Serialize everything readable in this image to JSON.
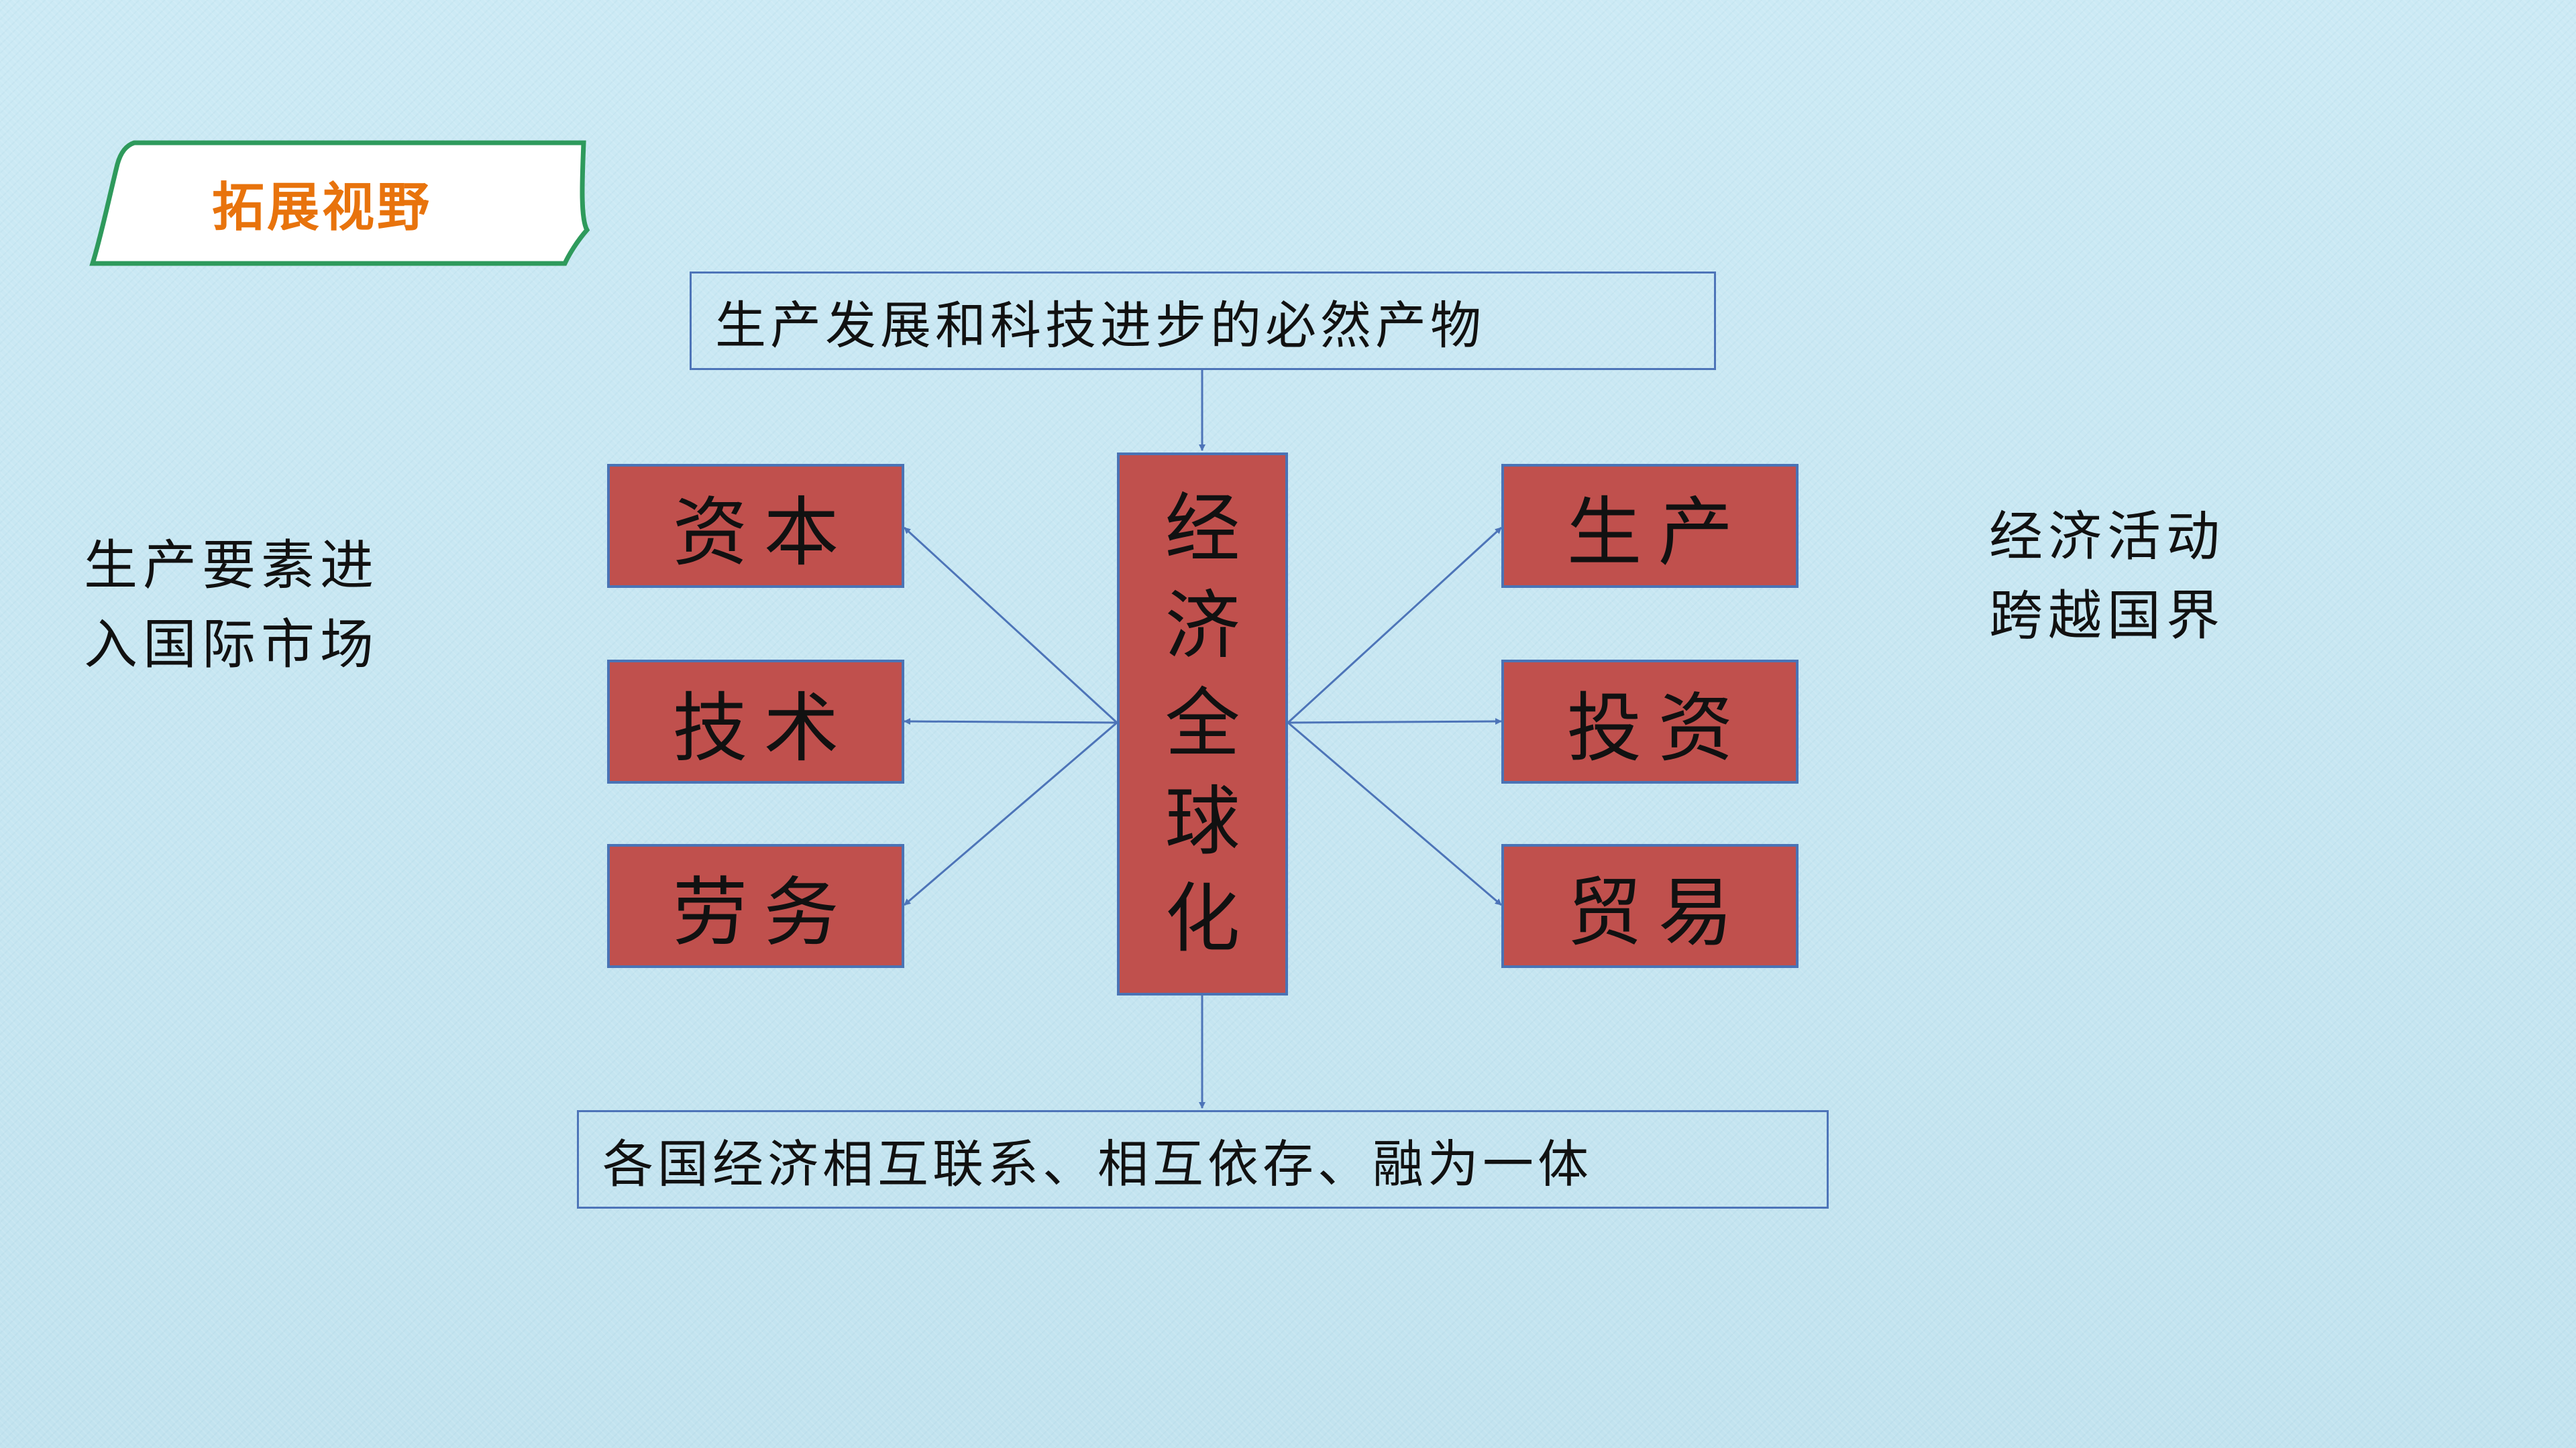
{
  "title": "拓展视野",
  "top_box": "生产发展和科技进步的必然产物",
  "bottom_box": "各国经济相互联系、相互依存、融为一体",
  "center": [
    "经",
    "济",
    "全",
    "球",
    "化"
  ],
  "left_boxes": [
    "资本",
    "技术",
    "劳务"
  ],
  "right_boxes": [
    "生产",
    "投资",
    "贸易"
  ],
  "left_note": [
    "生产要素进",
    "入国际市场"
  ],
  "right_note": [
    "经济活动",
    "跨越国界"
  ],
  "colors": {
    "title_text": "#e8730c",
    "tab_border": "#2e9a5c",
    "box_fill": "#c0504d",
    "box_border": "#4a73b5",
    "arrow": "#4d74b8"
  }
}
